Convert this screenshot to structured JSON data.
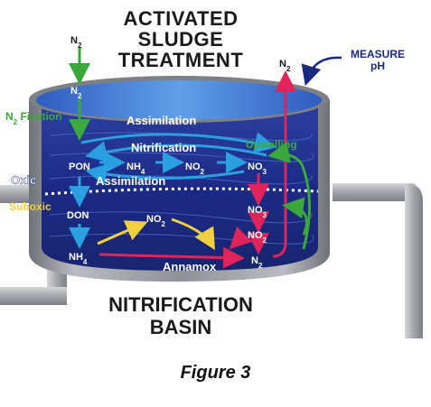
{
  "title": {
    "line1": "ACTIVATED",
    "line2": "SLUDGE",
    "line3": "TREATMENT"
  },
  "bottom_title": {
    "line1": "NITRIFICATION",
    "line2": "BASIN"
  },
  "measure": {
    "line1": "MEASURE",
    "line2": "pH"
  },
  "caption": "Figure 3",
  "zones": {
    "oxic": "Oxic",
    "suboxic": "Suboxic"
  },
  "processes": {
    "n2_fixation": "N",
    "n2_fixation_sub": "2",
    "n2_fixation_rest": " Fixation",
    "assimilation_top": "Assimilation",
    "nitrification": "Nitrification",
    "upwelling": "Upwelling",
    "assimilation_mid": "Assimilation",
    "annamox": "Annamox"
  },
  "species": {
    "n2_top": {
      "main": "N",
      "sub": "2"
    },
    "n2_surface": {
      "main": "N",
      "sub": "2"
    },
    "n2_out": {
      "main": "N",
      "sub": "2"
    },
    "pon": {
      "main": "PON",
      "sub": ""
    },
    "nh4_upper": {
      "main": "NH",
      "sub": "4"
    },
    "no2_upper": {
      "main": "NO",
      "sub": "2"
    },
    "no3_upper": {
      "main": "NO",
      "sub": "3"
    },
    "don": {
      "main": "DON",
      "sub": ""
    },
    "no2_lower": {
      "main": "NO",
      "sub": "2"
    },
    "no3_lower": {
      "main": "NO",
      "sub": "3"
    },
    "no2_right": {
      "main": "NO",
      "sub": "2"
    },
    "nh4_lower": {
      "main": "NH",
      "sub": "4"
    },
    "n2_bottom": {
      "main": "N",
      "sub": "2"
    }
  },
  "colors": {
    "water_dark": "#1d2a8a",
    "water_light": "#4a86d8",
    "tank_metal": "#9a9da2",
    "green_arrow": "#3aa83a",
    "blue_arrow": "#2aa0e0",
    "pink_arrow": "#e0245a",
    "yellow_arrow": "#f0d040",
    "navy_text": "#1a2a80"
  }
}
